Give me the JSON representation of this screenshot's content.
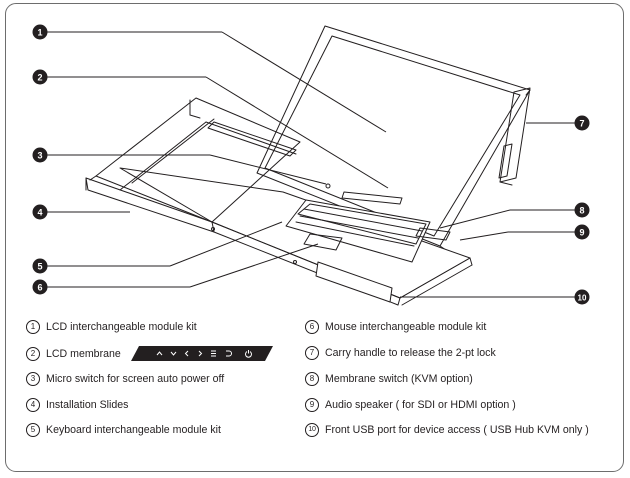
{
  "callouts": [
    "1",
    "2",
    "3",
    "4",
    "5",
    "6",
    "7",
    "8",
    "9",
    "10"
  ],
  "legend": [
    {
      "num": "1",
      "text": "LCD interchangeable module kit"
    },
    {
      "num": "2",
      "text": "LCD membrane"
    },
    {
      "num": "3",
      "text": "Micro switch for screen auto power off"
    },
    {
      "num": "4",
      "text": "Installation Slides"
    },
    {
      "num": "5",
      "text": "Keyboard interchangeable module kit"
    },
    {
      "num": "6",
      "text": "Mouse interchangeable module kit"
    },
    {
      "num": "7",
      "text": "Carry handle to release the 2-pt lock"
    },
    {
      "num": "8",
      "text": "Membrane switch (KVM option)"
    },
    {
      "num": "9",
      "text": "Audio speaker ( for SDI or HDMI option )"
    },
    {
      "num": "10",
      "text": "Front USB port for device access ( USB Hub KVM only )"
    }
  ],
  "membrane_icons": [
    "chevron-up-icon",
    "chevron-down-icon",
    "chevron-left-icon",
    "chevron-right-icon",
    "menu-icon",
    "return-icon",
    "power-icon"
  ],
  "colors": {
    "badge": "#231f20",
    "frame": "#6d6d6d",
    "strip": "#231f20"
  }
}
